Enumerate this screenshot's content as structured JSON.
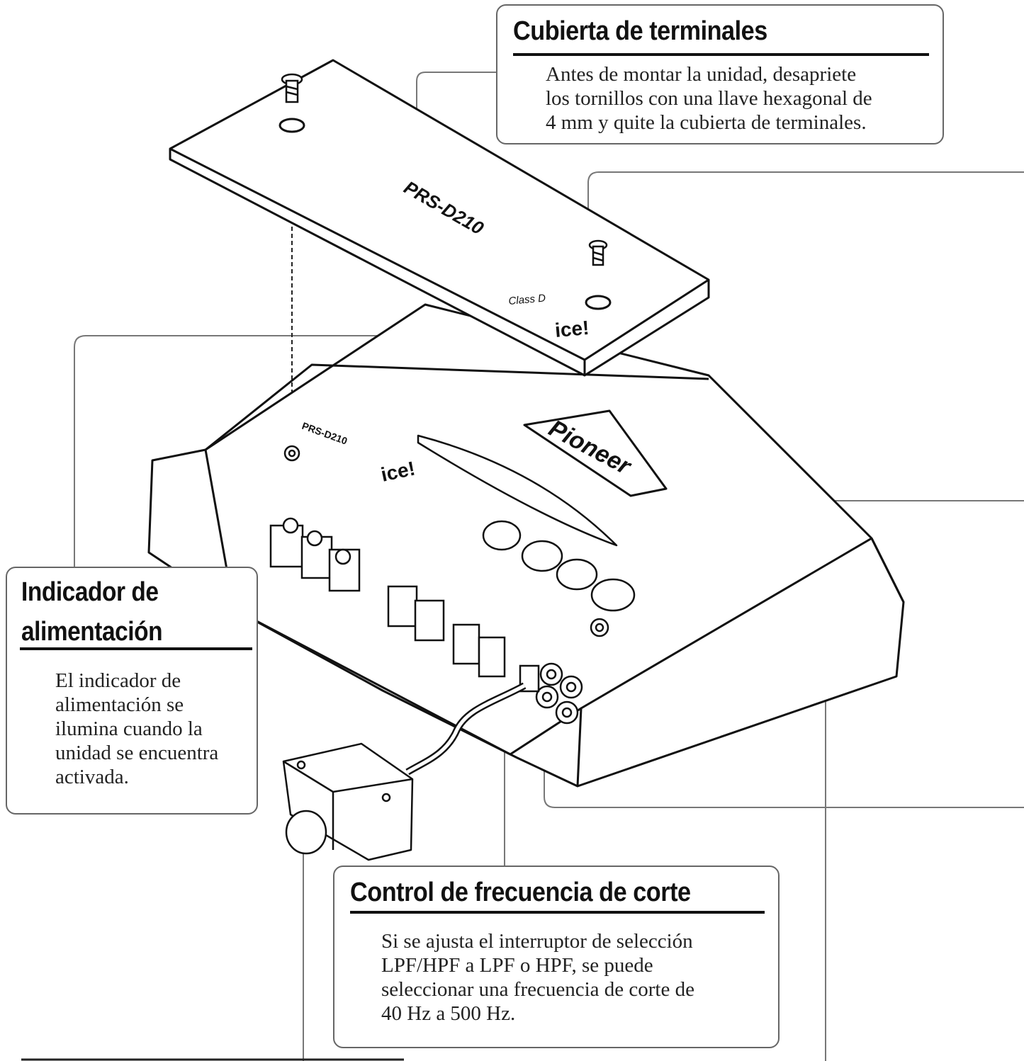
{
  "callouts": {
    "terminal_cover": {
      "title": "Cubierta de terminales",
      "lines": [
        "Antes de montar la unidad, desapriete",
        "los tornillos con una llave hexagonal de",
        "4 mm y quite la cubierta de terminales."
      ]
    },
    "power_indicator": {
      "title_lines": [
        "Indicador de",
        "alimentación"
      ],
      "lines": [
        "El indicador de",
        "alimentación se",
        "ilumina cuando la",
        "unidad se encuentra",
        "activada."
      ]
    },
    "cutoff_control": {
      "title": "Control de frecuencia de corte",
      "lines": [
        "Si se ajusta el interruptor de selección",
        "LPF/HPF a LPF o HPF, se puede",
        "seleccionar una frecuencia de corte de",
        "40 Hz a 500 Hz."
      ]
    }
  },
  "device_labels": {
    "model": "PRS-D210",
    "brand": "Pioneer",
    "series": "ice!",
    "class": "Class D"
  }
}
